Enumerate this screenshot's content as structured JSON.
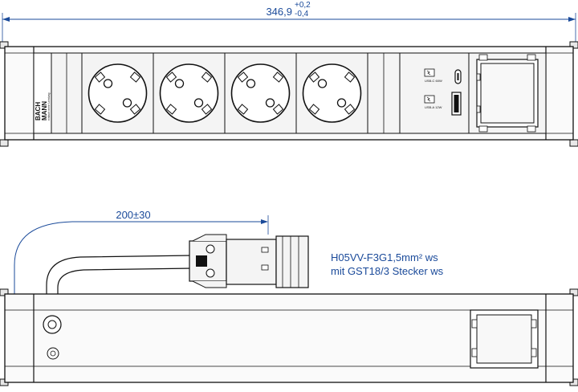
{
  "top_dimension": {
    "value": "346,9",
    "tol_upper": "+0,2",
    "tol_lower": "-0,4"
  },
  "cable_dimension": {
    "value": "200±30"
  },
  "cable_note": {
    "line1": "H05VV-F3G1,5mm² ws",
    "line2": "mit GST18/3  Stecker ws"
  },
  "brand": {
    "line1": "BACH",
    "line2": "MANN",
    "tagline": "einfach mehr Leistung"
  },
  "usb_modules": [
    {
      "label": "USB-C 60W"
    },
    {
      "label": "USB-A 12W"
    }
  ],
  "colors": {
    "dimension": "#1a4a9a",
    "line": "#111111",
    "fill": "#f4f4f4"
  }
}
